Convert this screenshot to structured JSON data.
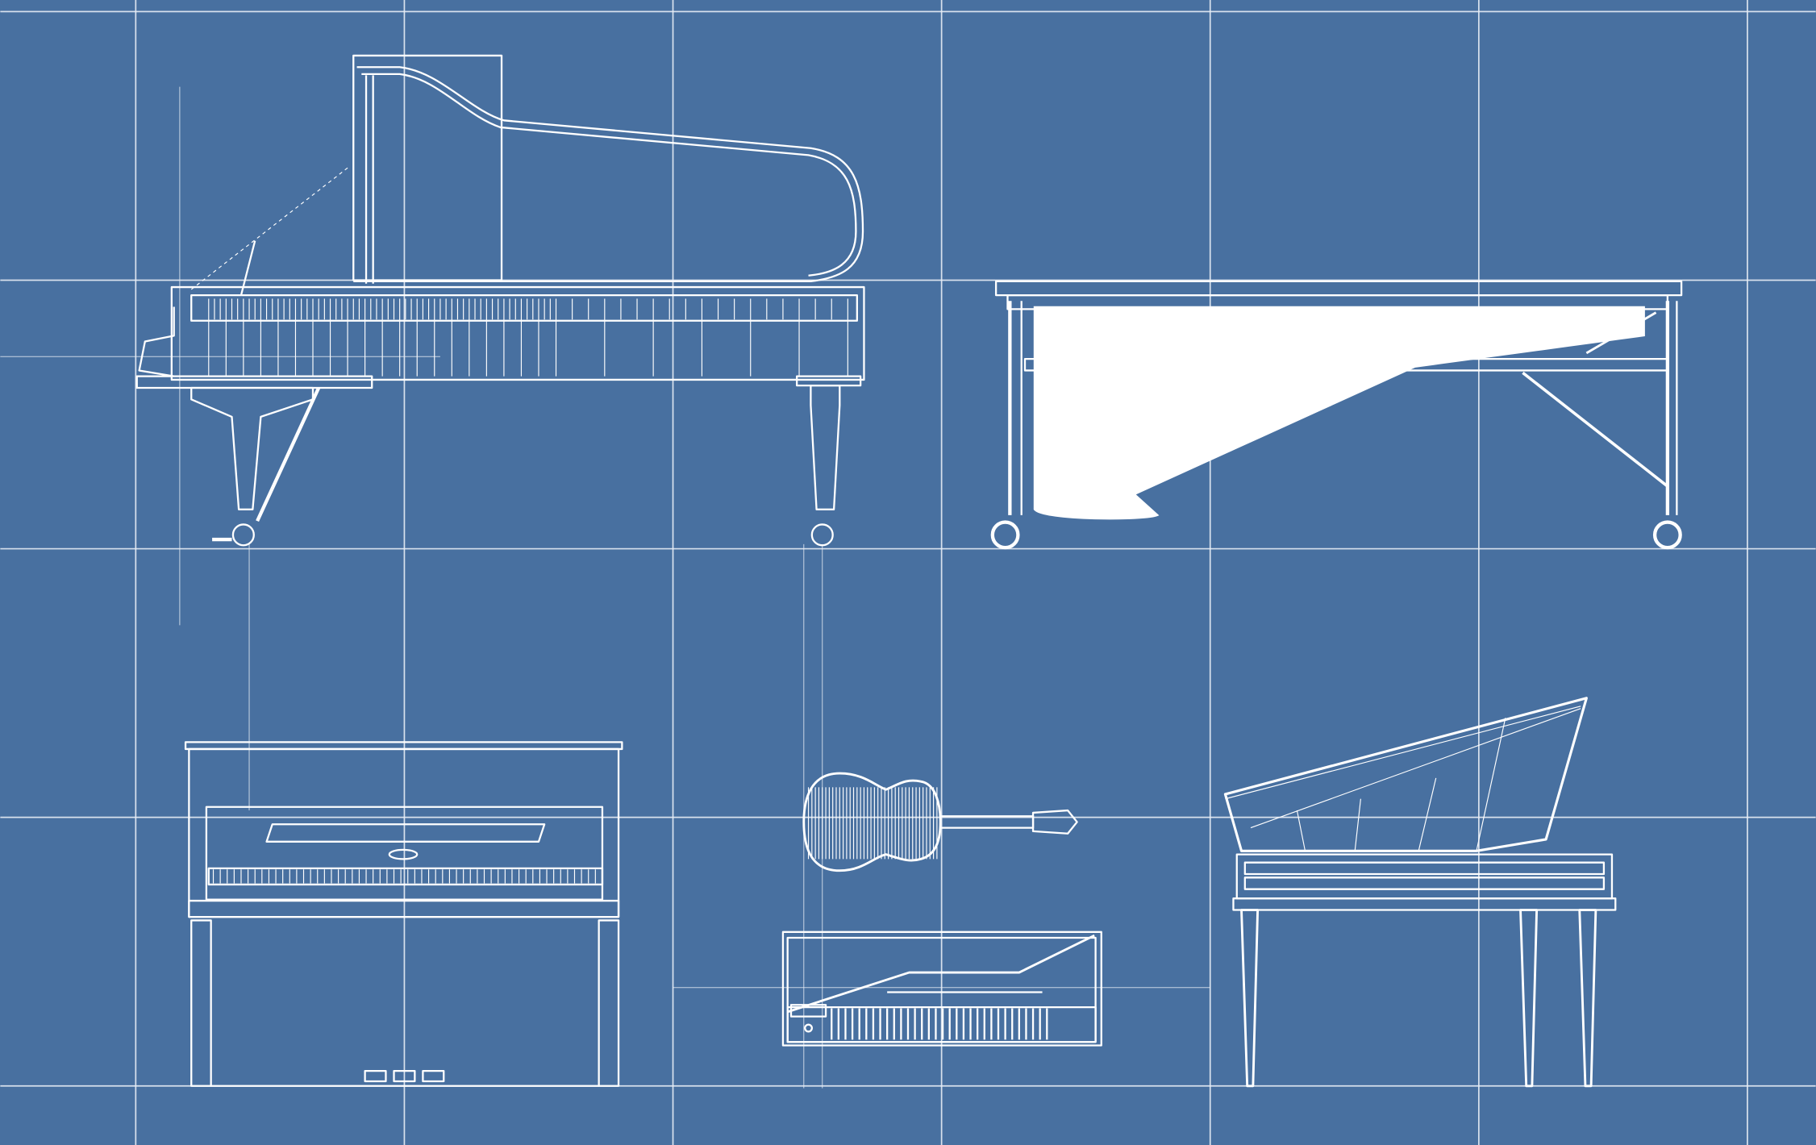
{
  "colors": {
    "background": "#4870a0",
    "linework": "#ffffff",
    "grid": "#e8eef6"
  },
  "drawings": [
    "grand-piano",
    "marimba",
    "upright-piano",
    "guitar",
    "keyboard",
    "harpsichord"
  ]
}
